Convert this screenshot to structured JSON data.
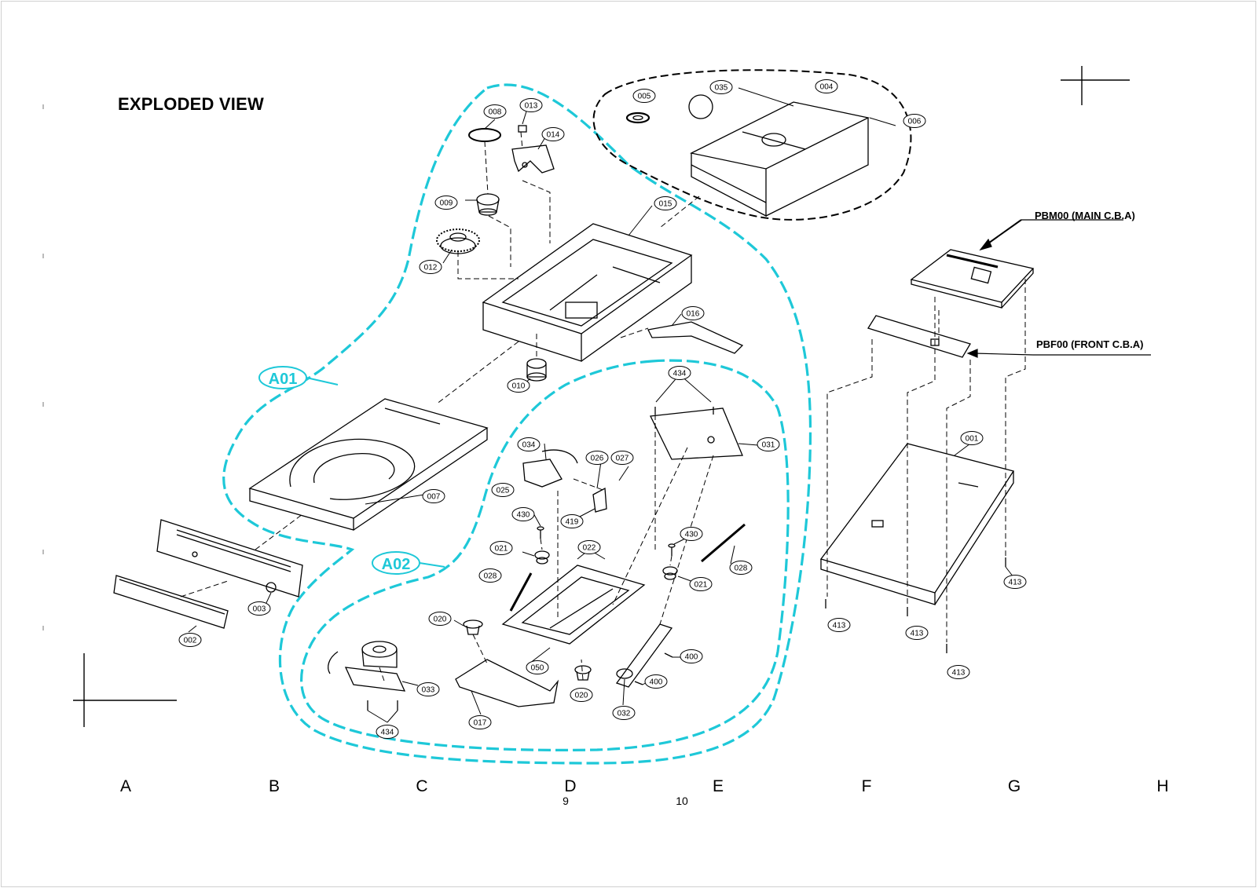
{
  "title": "EXPLODED VIEW",
  "groups": [
    {
      "id": "A01",
      "label": "A01",
      "color": "#1ec8d8"
    },
    {
      "id": "A02",
      "label": "A02",
      "color": "#1ec8d8"
    }
  ],
  "boards": [
    {
      "id": "pbm00",
      "label": "PBM00 (MAIN C.B.A)"
    },
    {
      "id": "pbf00",
      "label": "PBF00 (FRONT C.B.A)"
    }
  ],
  "callouts": [
    {
      "id": "008",
      "label": "008"
    },
    {
      "id": "013",
      "label": "013"
    },
    {
      "id": "014",
      "label": "014"
    },
    {
      "id": "005",
      "label": "005"
    },
    {
      "id": "035",
      "label": "035"
    },
    {
      "id": "004",
      "label": "004"
    },
    {
      "id": "006",
      "label": "006"
    },
    {
      "id": "009",
      "label": "009"
    },
    {
      "id": "015",
      "label": "015"
    },
    {
      "id": "012",
      "label": "012"
    },
    {
      "id": "016",
      "label": "016"
    },
    {
      "id": "010",
      "label": "010"
    },
    {
      "id": "434a",
      "label": "434"
    },
    {
      "id": "031",
      "label": "031"
    },
    {
      "id": "034",
      "label": "034"
    },
    {
      "id": "026",
      "label": "026"
    },
    {
      "id": "027",
      "label": "027"
    },
    {
      "id": "025",
      "label": "025"
    },
    {
      "id": "007",
      "label": "007"
    },
    {
      "id": "419",
      "label": "419"
    },
    {
      "id": "430a",
      "label": "430"
    },
    {
      "id": "430b",
      "label": "430"
    },
    {
      "id": "021a",
      "label": "021"
    },
    {
      "id": "022",
      "label": "022"
    },
    {
      "id": "028a",
      "label": "028"
    },
    {
      "id": "028b",
      "label": "028"
    },
    {
      "id": "021b",
      "label": "021"
    },
    {
      "id": "003",
      "label": "003"
    },
    {
      "id": "002",
      "label": "002"
    },
    {
      "id": "020a",
      "label": "020"
    },
    {
      "id": "400a",
      "label": "400"
    },
    {
      "id": "050",
      "label": "050"
    },
    {
      "id": "400b",
      "label": "400"
    },
    {
      "id": "033",
      "label": "033"
    },
    {
      "id": "020b",
      "label": "020"
    },
    {
      "id": "032",
      "label": "032"
    },
    {
      "id": "017",
      "label": "017"
    },
    {
      "id": "434b",
      "label": "434"
    },
    {
      "id": "001",
      "label": "001"
    },
    {
      "id": "413a",
      "label": "413"
    },
    {
      "id": "413b",
      "label": "413"
    },
    {
      "id": "413c",
      "label": "413"
    },
    {
      "id": "413d",
      "label": "413"
    }
  ],
  "columns": [
    "A",
    "B",
    "C",
    "D",
    "E",
    "F",
    "G",
    "H"
  ],
  "page_numbers": [
    "9",
    "10"
  ]
}
